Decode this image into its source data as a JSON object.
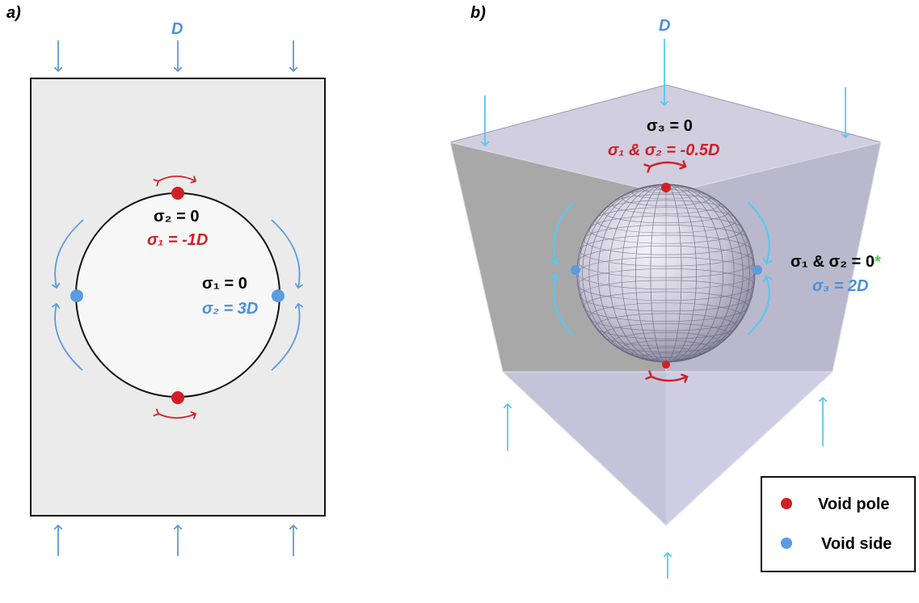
{
  "panel_a": {
    "label": "a)",
    "top_load": "D",
    "pole": {
      "line1": "σ₂ = 0",
      "line2": "σ₁ = -1D"
    },
    "side": {
      "line1": "σ₁ = 0",
      "line2": "σ₂ = 3D"
    }
  },
  "panel_b": {
    "label": "b)",
    "top_load": "D",
    "pole": {
      "line1": "σ₃ = 0",
      "line2": "σ₁ & σ₂ = -0.5D"
    },
    "side": {
      "line1": "σ₁ & σ₂ = 0",
      "asterisk": "*",
      "line2": "σ₃ = 2D"
    }
  },
  "legend": {
    "items": [
      {
        "label": "Void pole",
        "color": "#d21f26"
      },
      {
        "label": "Void side",
        "color": "#5b9be0"
      }
    ]
  },
  "colors": {
    "load_arrow": "#5b9be0",
    "load_arrow_b": "#58c8f0",
    "pole": "#d21f26",
    "side": "#5b9be0"
  }
}
